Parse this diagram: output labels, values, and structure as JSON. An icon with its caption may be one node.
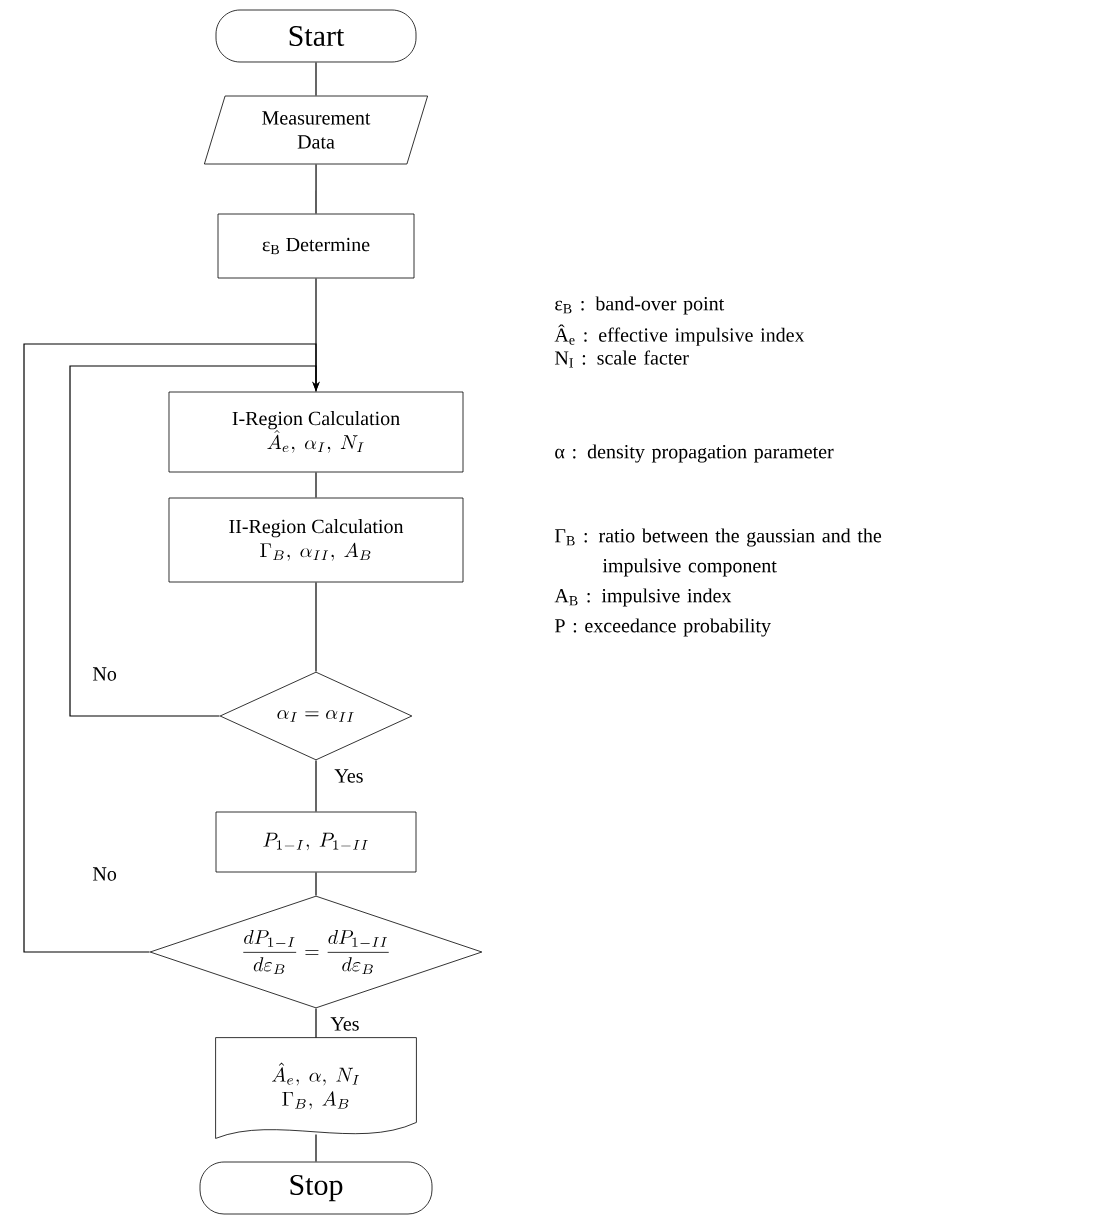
{
  "diagram": {
    "nodes": [
      {
        "text": [
          "Start"
        ]
      },
      {
        "text": [
          "Measurement Data"
        ]
      },
      {
        "text": [
          "ε$_{B}$ Determine"
        ]
      },
      {
        "text": [
          "I-Region Calculation",
          "\\hat{A}_e,\\ \\alpha_I,\\ N_I"
        ]
      },
      {
        "text": [
          "II-Region Calculation",
          "\\Gamma_B,\\ \\alpha_{II},\\ A_B"
        ]
      },
      {
        "text": [
          "\\alpha_I = \\alpha_{II}"
        ]
      },
      {
        "text": [
          "P_{1-I},\\ P_{1-II}"
        ]
      },
      {
        "text": [
          "\\frac{dP_{1-I}}{d\\varepsilon_B} = \\frac{dP_{1-II}}{d\\varepsilon_B}"
        ]
      },
      {
        "text": [
          "\\hat{A}_e,\\ \\alpha,\\ N_I",
          "\\Gamma_B,\\ A_B"
        ]
      },
      {
        "text": [
          "Stop"
        ]
      }
    ],
    "edges": [
      {
        "from": 0,
        "to": 1,
        "arrow": "none"
      },
      {
        "from": 1,
        "to": 2,
        "arrow": "none"
      },
      {
        "from": 2,
        "to": 3,
        "arrow": "none"
      },
      {
        "from": 3,
        "to": 4,
        "arrow": "none"
      },
      {
        "from": 4,
        "to": 5,
        "arrow": "none"
      },
      {
        "from": 5,
        "to": 6,
        "arrow": "none",
        "label": "Yes"
      },
      {
        "from": 6,
        "to": 7,
        "arrow": "none"
      },
      {
        "from": 7,
        "to": 8,
        "arrow": "none",
        "label": "Yes"
      },
      {
        "from": 8,
        "to": 9,
        "arrow": "none"
      },
      {
        "from": 5,
        "to": 3,
        "arrow": "to",
        "label": "No"
      },
      {
        "from": 7,
        "to": 3,
        "arrow": "to",
        "label": "No"
      }
    ],
    "labels": [
      "ε$_{B}$ : band-over point",
      "Â$_{e}$ : effective impulsive index",
      "N$_{I}$ : scale facter",
      "α : density propagation parameter",
      "Γ$_{B}$ : ratio between the gaussian and the impulsive component",
      "A$_{B}$ : impulsive index",
      "P : exceedance probability"
    ]
  }
}
